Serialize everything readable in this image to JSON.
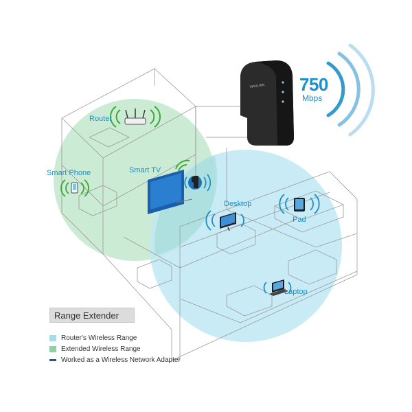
{
  "speed": {
    "value": "750",
    "unit": "Mbps"
  },
  "brand_mark": "WAVLINK",
  "devices": {
    "router": "Router",
    "smart_phone": "Smart Phone",
    "smart_tv": "Smart TV",
    "desktop": "Desktop",
    "pad": "Pad",
    "laptop": "Laptop"
  },
  "legend": {
    "title": "Range Extender",
    "items": [
      {
        "label": "Router's Wireless Range",
        "color": "#a9dcea",
        "kind": "square"
      },
      {
        "label": "Extended Wireless Range",
        "color": "#8fd0a4",
        "kind": "square"
      },
      {
        "label": "Worked as a Wireless Network Adapter",
        "color": "#1a5aa6",
        "kind": "bar"
      }
    ]
  },
  "colors": {
    "router_range": "#bfe8f4",
    "extended_range": "#c3e7cc",
    "accent": "#1d8fc9",
    "wifi_green": "#3aaa35",
    "wifi_blue": "#1d8fc9"
  }
}
